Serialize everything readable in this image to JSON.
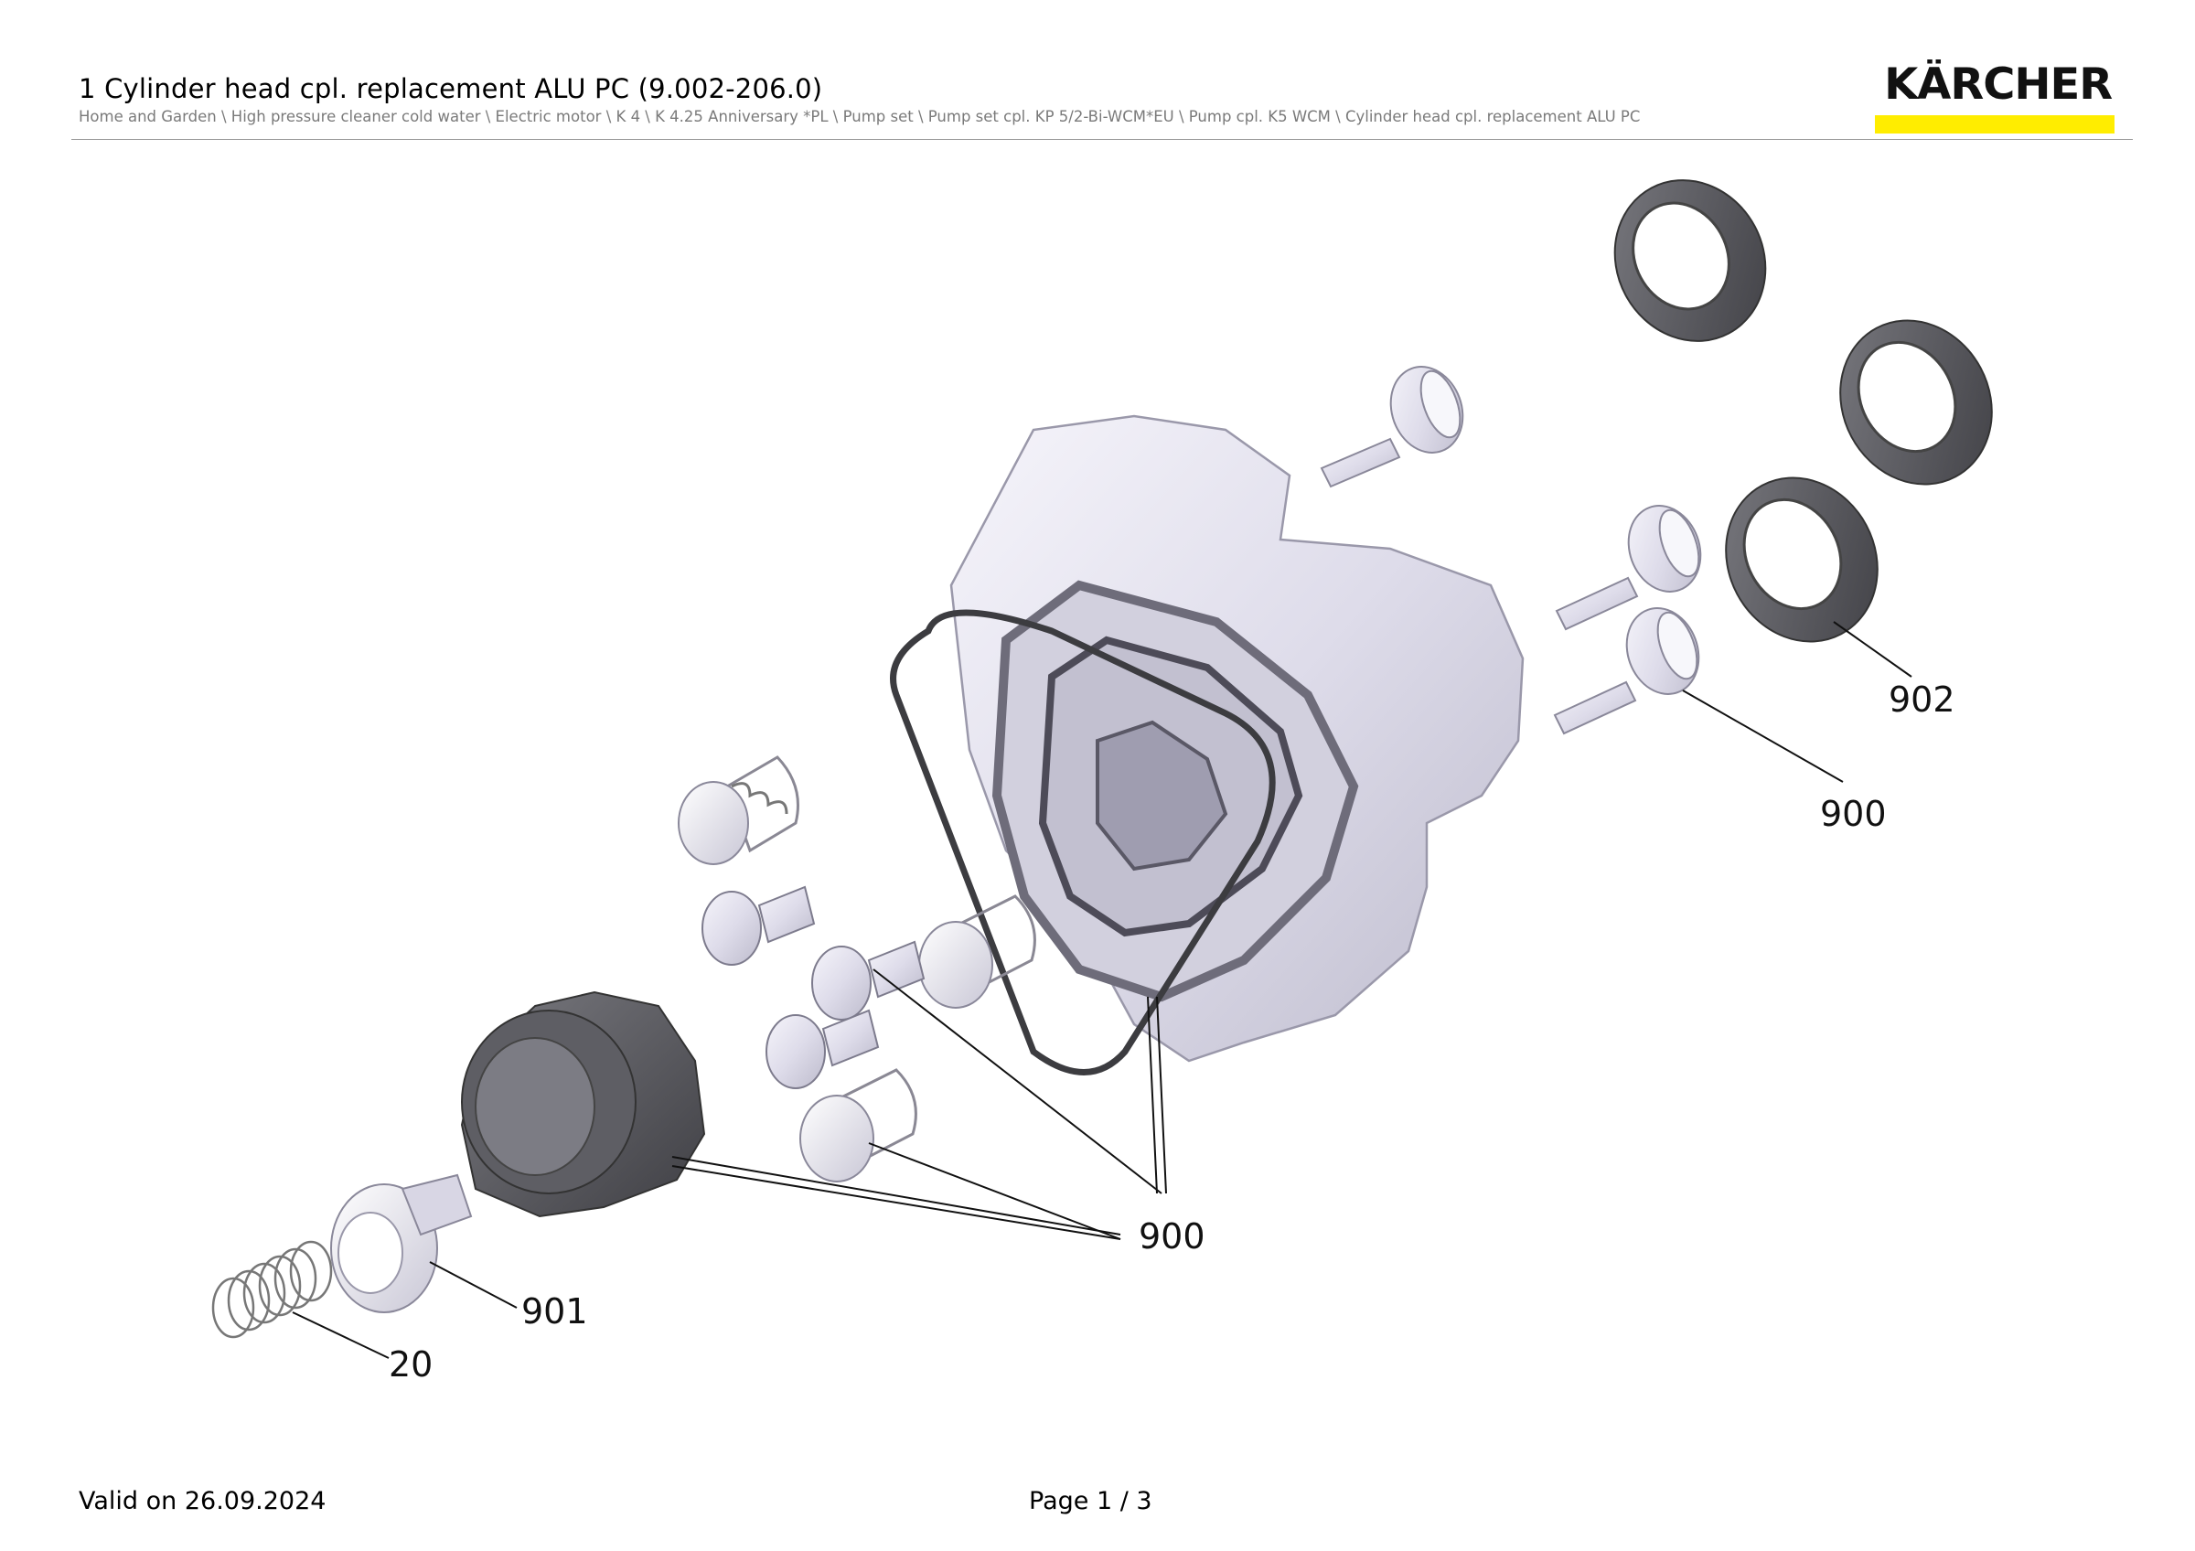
{
  "header": {
    "title": "1 Cylinder head cpl. replacement ALU PC (9.002-206.0)",
    "breadcrumb": "Home and Garden \\ High pressure cleaner cold water \\ Electric motor \\ K 4 \\ K 4.25 Anniversary *PL \\ Pump set \\ Pump set cpl. KP 5/2-Bi-WCM*EU \\ Pump cpl. K5 WCM \\ Cylinder head cpl. replacement ALU PC",
    "brand": "KÄRCHER"
  },
  "diagram": {
    "callouts": {
      "c902": "902",
      "c900_right": "900",
      "c900_center": "900",
      "c901": "901",
      "c20": "20"
    }
  },
  "footer": {
    "valid": "Valid on 26.09.2024",
    "page": "Page 1 / 3"
  },
  "colors": {
    "brand_yellow": "#ffed00",
    "part_light": "#e4e2ee",
    "part_dark": "#5a5a5e"
  }
}
